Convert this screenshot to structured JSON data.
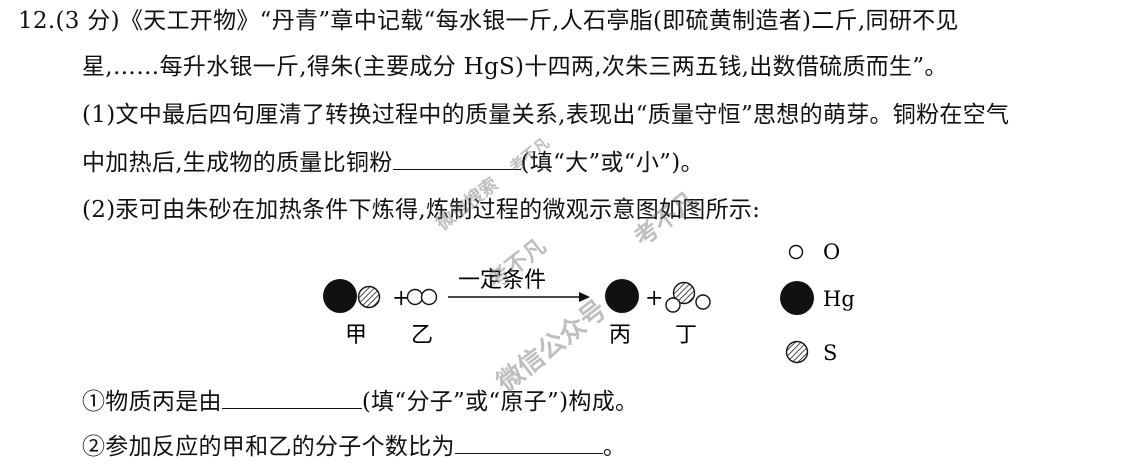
{
  "question": {
    "number": "12.",
    "points": "(3 分)",
    "line1": "《天工开物》“丹青”章中记载“每水银一斤,人石亭脂(即硫黄制造者)二斤,同研不见",
    "line2": "星,……每升水银一斤,得朱(主要成分 HgS)十四两,次朱三两五钱,出数借硫质而生”。"
  },
  "part1": {
    "line1": "(1)文中最后四句厘清了转换过程中的质量关系,表现出“质量守恒”思想的萌芽。铜粉在空气",
    "line2_before": "中加热后,生成物的质量比铜粉",
    "line2_after": "(填“大”或“小”)。"
  },
  "part2": {
    "intro": "(2)汞可由朱砂在加热条件下炼得,炼制过程的微观示意图如图所示:",
    "q1_before": "①物质丙是由",
    "q1_after": "(填“分子”或“原子”)构成。",
    "q2_before": "②参加反应的甲和乙的分子个数比为",
    "q2_after": "。"
  },
  "diagram": {
    "reaction_condition": "一定条件",
    "plus": "+",
    "labels": {
      "jia": "甲",
      "yi": "乙",
      "bing": "丙",
      "ding": "丁"
    },
    "legend": {
      "oxygen": "O",
      "mercury": "Hg",
      "sulfur": "S"
    }
  },
  "watermarks": {
    "center": "考不凡",
    "channel": "微信公众号",
    "search": "微信搜索",
    "brand": "考不凡"
  }
}
